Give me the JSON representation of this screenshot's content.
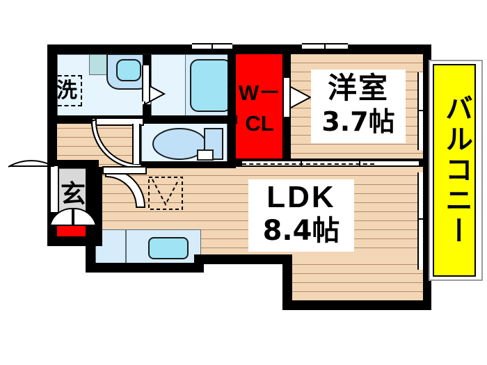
{
  "plan": {
    "type": "japanese-apartment-floorplan",
    "units": "帖 (jo / tatami mats)",
    "rooms": [
      {
        "key": "washitsu",
        "label": "洋室",
        "size": "3.7帖",
        "flooring": "wood"
      },
      {
        "key": "ldk",
        "label": "LDK",
        "size": "8.4帖",
        "flooring": "wood"
      },
      {
        "key": "wcl",
        "label": "W－CL",
        "line1": "W－",
        "line2": "CL",
        "fill": "#ff0000"
      },
      {
        "key": "genkan",
        "label": "玄",
        "flooring": "tile-gray"
      },
      {
        "key": "washer",
        "label": "洗",
        "note": "washing machine space"
      },
      {
        "key": "balcony",
        "label": "バルコニー",
        "fill": "#ffff00"
      }
    ],
    "labels": {
      "washitsu_name": "洋室",
      "washitsu_size": "3.7帖",
      "ldk_name": "LDK",
      "ldk_size": "8.4帖",
      "wcl_line1": "W－",
      "wcl_line2": "CL",
      "genkan": "玄",
      "washer": "洗",
      "balcony": "バルコニー"
    },
    "colors": {
      "wall": "#000000",
      "wood_floor": "#f3d6b5",
      "water_area": "#d7ecfb",
      "closet_red": "#ff0000",
      "balcony_yellow": "#ffff00",
      "entry_gray": "#d9d9d9"
    },
    "fixtures": [
      {
        "name": "bathtub",
        "area": "unit-bath"
      },
      {
        "name": "toilet",
        "area": "wc"
      },
      {
        "name": "vanity-sink",
        "area": "powder-room"
      },
      {
        "name": "kitchen-sink",
        "area": "ldk-kitchen"
      },
      {
        "name": "washer-space",
        "area": "powder-room"
      },
      {
        "name": "shoe-cabinet",
        "area": "genkan"
      }
    ]
  }
}
